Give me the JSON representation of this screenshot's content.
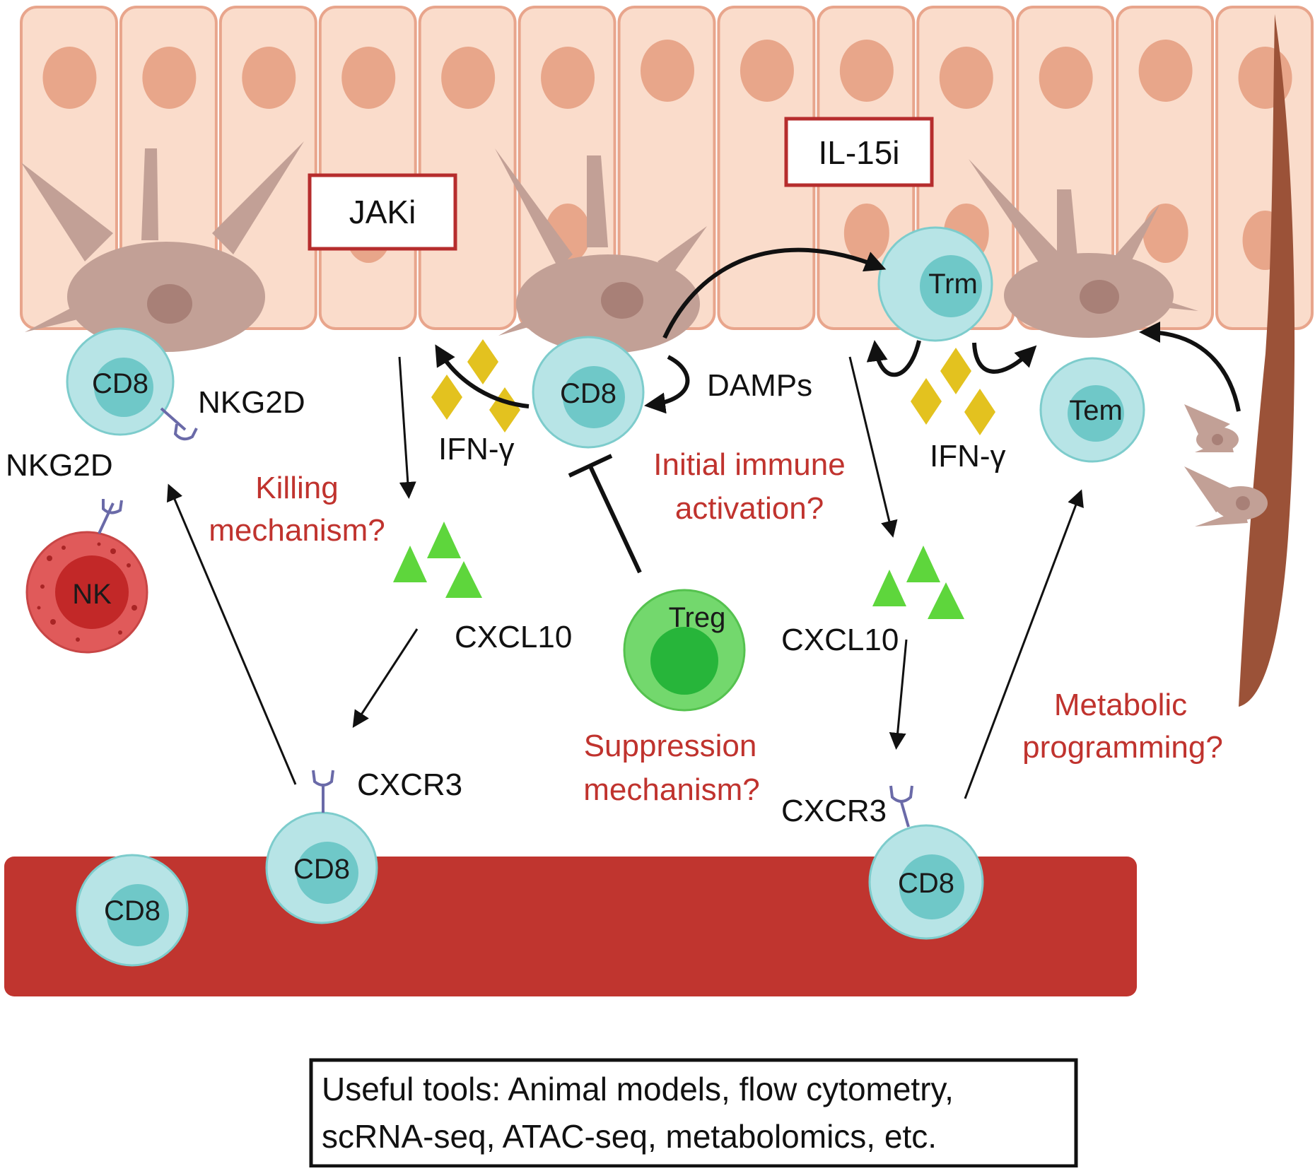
{
  "drugs": {
    "jaki": "JAKi",
    "il15i": "IL-15i"
  },
  "cells": {
    "cd8_top_left": "CD8",
    "cd8_center": "CD8",
    "trm": "Trm",
    "tem": "Tem",
    "nk": "NK",
    "treg": "Treg",
    "cd8_vessel_a": "CD8",
    "cd8_vessel_b": "CD8",
    "cd8_vessel_c": "CD8"
  },
  "labels": {
    "nkg2d_cd8": "NKG2D",
    "nkg2d_nk": "NKG2D",
    "damps": "DAMPs",
    "ifng_left": "IFN-γ",
    "ifng_right": "IFN-γ",
    "cxcl10_left": "CXCL10",
    "cxcl10_right": "CXCL10",
    "cxcr3_left": "CXCR3",
    "cxcr3_right": "CXCR3"
  },
  "questions": {
    "killing_1": "Killing",
    "killing_2": "mechanism?",
    "initial_1": "Initial immune",
    "initial_2": "activation?",
    "suppression_1": "Suppression",
    "suppression_2": "mechanism?",
    "metabolic_1": "Metabolic",
    "metabolic_2": "programming?"
  },
  "tools": {
    "line1": "Useful tools:  Animal models, flow cytometry,",
    "line2": "scRNA-seq,  ATAC-seq, metabolomics, etc."
  },
  "colors": {
    "epithelium": "#fadccb",
    "epithelium_border": "#e8a58c",
    "nucleus": "#e8a68a",
    "melanocyte": "#c2a096",
    "vessel": "#c0352f",
    "tcell": "#b7e4e6",
    "tcell_nucleus": "#6fc8c8",
    "treg": "#73d86d",
    "nk": "#e05a5a",
    "ifng": "#e3c21f",
    "cxcl10": "#5ed63c",
    "receptor": "#6a6aa8",
    "hair": "#9b5238",
    "question": "#c0332e"
  }
}
